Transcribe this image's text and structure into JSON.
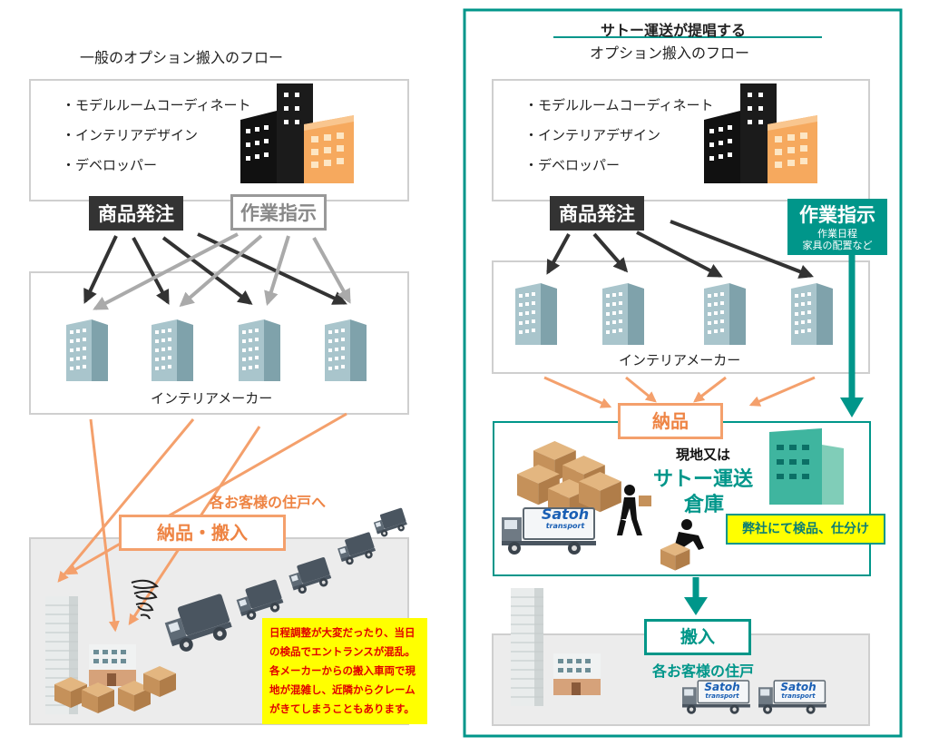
{
  "left": {
    "title": "一般のオプション搬入のフロー",
    "clients": [
      "・モデルルームコーディネート",
      "・インテリアデザイン",
      "・デベロッパー"
    ],
    "order_label": "商品発注",
    "instruction_label": "作業指示",
    "maker_label": "インテリアメーカー",
    "delivery_label": "納品・搬入",
    "destination_label": "各お客様の住戸へ",
    "note": "日程調整が大変だったり、当日の検品でエントランスが混乱。各メーカーからの搬入車両で現地が混雑し、近隣からクレームがきてしまうこともあります。"
  },
  "right": {
    "title_line1": "サトー運送が提唱する",
    "title_line2": "オプション搬入のフロー",
    "clients": [
      "・モデルルームコーディネート",
      "・インテリアデザイン",
      "・デベロッパー"
    ],
    "order_label": "商品発注",
    "instruction_label": "作業指示",
    "instruction_sub1": "作業日程",
    "instruction_sub2": "家具の配置など",
    "maker_label": "インテリアメーカー",
    "delivery_label": "納品",
    "place_line1": "現地又は",
    "place_line2": "サトー運送",
    "place_line3": "倉庫",
    "inspection_note": "弊社にて検品、仕分け",
    "carry_in_label": "搬入",
    "destination_label": "各お客様の住戸",
    "truck_logo": "Satoh",
    "truck_logo_sub": "transport"
  },
  "colors": {
    "dark": "#333333",
    "teal": "#00968a",
    "orange": "#f4a06c",
    "gray_arrow": "#aaaaaa",
    "note_yellow": "#ffff00",
    "note_red": "#e00000"
  }
}
